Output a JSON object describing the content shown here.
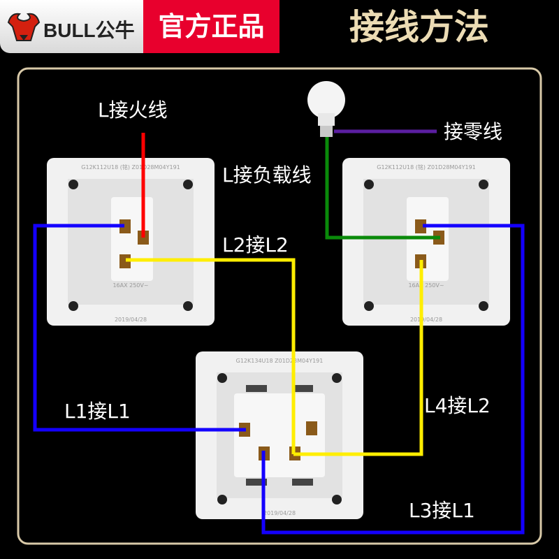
{
  "header": {
    "brand": "BULL公牛",
    "badge": "官方正品",
    "title": "接线方法"
  },
  "labels": {
    "live": "L接火线",
    "neutral": "接零线",
    "load": "L接负载线",
    "l2_l2": "L2接L2",
    "l1_l1": "L1接L1",
    "l4_l2": "L4接L2",
    "l3_l1": "L3接L1"
  },
  "switches": [
    {
      "model": "G12K112U18 (铭) Z01D28M04Y191",
      "date": "2019/04/28",
      "rating": "16AX 250V~"
    },
    {
      "model": "G12K112U18 (铭) Z01D28M04Y191",
      "date": "2019/04/28",
      "rating": "16AX 250V~"
    },
    {
      "model": "G12K134U18 Z01D28M04Y191",
      "date": "2019/04/28",
      "rating": ""
    }
  ],
  "colors": {
    "live": "#ff0000",
    "neutral": "#5a1ea0",
    "l1": "#1400ff",
    "l2": "#ffee00",
    "load": "#0a8a0a",
    "frame": "#d8c9a8",
    "badge": "#e8002d",
    "title": "#ecdcb4"
  }
}
